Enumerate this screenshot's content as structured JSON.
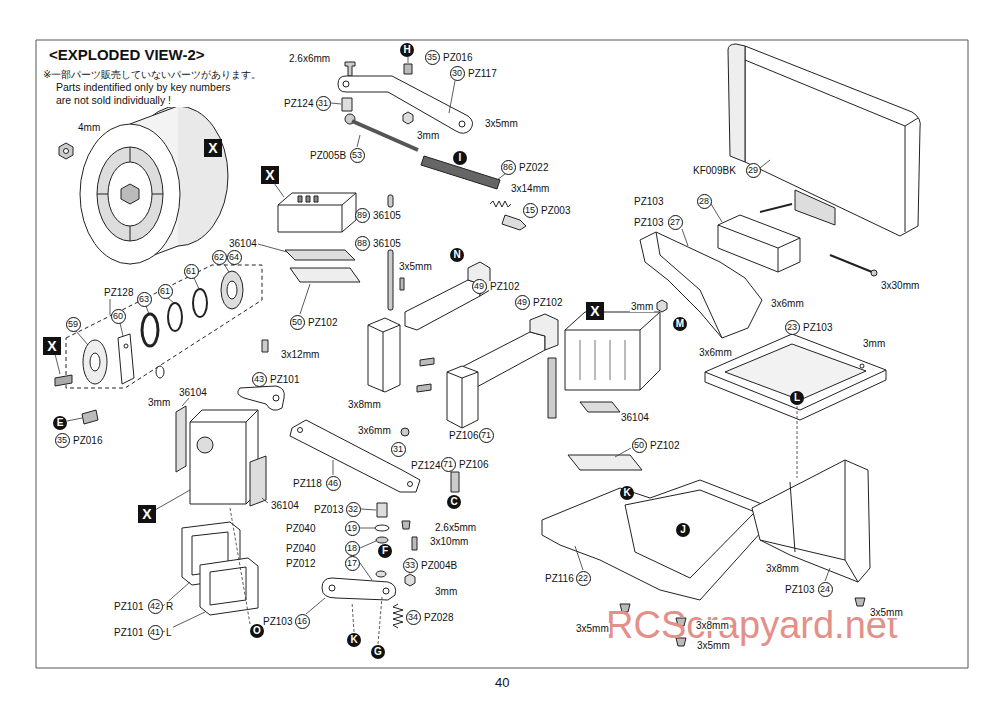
{
  "diagram": {
    "title": "<EXPLODED VIEW-2>",
    "nodes": [
      {
        "text": [
          "H"
        ]
      },
      {
        "text": [
          "35"
        ]
      },
      {
        "text": [
          "30"
        ]
      },
      {
        "text": [
          "31"
        ]
      },
      {
        "text": [
          "X"
        ]
      },
      {
        "text": [
          "53"
        ]
      },
      {
        "text": [
          "I"
        ]
      },
      {
        "text": [
          "86"
        ]
      },
      {
        "text": [
          "29"
        ]
      },
      {
        "text": [
          "X"
        ]
      },
      {
        "text": [
          "28"
        ]
      },
      {
        "text": [
          "15"
        ]
      },
      {
        "text": [
          "89"
        ]
      },
      {
        "text": [
          "27"
        ]
      },
      {
        "text": [
          "88"
        ]
      },
      {
        "text": [
          "N"
        ]
      },
      {
        "text": [
          "62"
        ]
      },
      {
        "text": [
          "64"
        ]
      },
      {
        "text": [
          "61"
        ]
      },
      {
        "text": [
          "49"
        ]
      },
      {
        "text": [
          "61"
        ]
      },
      {
        "text": [
          "63"
        ]
      },
      {
        "text": [
          "49"
        ]
      },
      {
        "text": [
          "X"
        ]
      },
      {
        "text": [
          "60"
        ]
      },
      {
        "text": [
          "50"
        ]
      },
      {
        "text": [
          "59"
        ]
      },
      {
        "text": [
          "M"
        ]
      },
      {
        "text": [
          "23"
        ]
      },
      {
        "text": [
          "X"
        ]
      },
      {
        "text": [
          "43"
        ]
      },
      {
        "text": [
          "L"
        ]
      },
      {
        "text": [
          "E"
        ]
      },
      {
        "text": [
          "35"
        ]
      },
      {
        "text": [
          "71"
        ]
      },
      {
        "text": [
          "50"
        ]
      },
      {
        "text": [
          "31"
        ]
      },
      {
        "text": [
          "71"
        ]
      },
      {
        "text": [
          "46"
        ]
      },
      {
        "text": [
          "K"
        ]
      },
      {
        "text": [
          "C"
        ]
      },
      {
        "text": [
          "32"
        ]
      },
      {
        "text": [
          "X"
        ]
      },
      {
        "text": [
          "19"
        ]
      },
      {
        "text": [
          "J"
        ]
      },
      {
        "text": [
          "18"
        ]
      },
      {
        "text": [
          "F"
        ]
      },
      {
        "text": [
          "17"
        ]
      },
      {
        "text": [
          "33"
        ]
      },
      {
        "text": [
          "22"
        ]
      },
      {
        "text": [
          "24"
        ]
      },
      {
        "text": [
          "42"
        ]
      },
      {
        "text": [
          "34"
        ]
      },
      {
        "text": [
          "16"
        ]
      },
      {
        "text": [
          "O"
        ]
      },
      {
        "text": [
          "41"
        ]
      },
      {
        "text": [
          "K"
        ]
      },
      {
        "text": [
          "G"
        ]
      }
    ],
    "labels": [
      "※一部パーツ販売していないパーツがあります。",
      "Parts indentified only by key numbers are not sold individually !",
      "2.6x6mm",
      "PZ016",
      "PZ117",
      "4mm",
      "PZ124",
      "3x5mm",
      "3mm",
      "PZ005B",
      "PZ022",
      "KF009BK",
      "3x14mm",
      "PZ103",
      "PZ003",
      "36105",
      "PZ103",
      "36104",
      "36105",
      "3x5mm",
      "3x30mm",
      "PZ128",
      "PZ102",
      "PZ102",
      "3mm",
      "3x6mm",
      "PZ102",
      "PZ103",
      "3mm",
      "3x6mm",
      "3x12mm",
      "PZ101",
      "36104",
      "3mm",
      "3x8mm",
      "36104",
      "3x6mm",
      "PZ106",
      "PZ016",
      "PZ102",
      "PZ124",
      "PZ106",
      "PZ118",
      "36104",
      "PZ013",
      "2.6x5mm",
      "PZ040",
      "3x10mm",
      "PZ040",
      "PZ012",
      "PZ004B",
      "3x8mm",
      "PZ116",
      "PZ103",
      "3mm",
      "PZ101",
      "R",
      "3x5mm",
      "PZ103",
      "PZ028",
      "3x5mm",
      "3x8mm",
      "PZ101",
      "L",
      "3x5mm",
      "RCScrapyard.net",
      "40"
    ]
  }
}
